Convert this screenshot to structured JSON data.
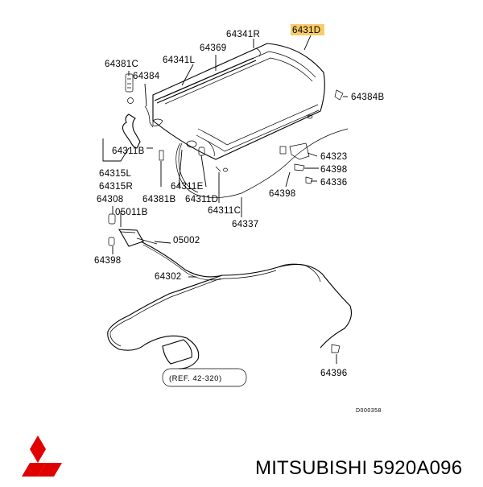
{
  "labels": {
    "p64341R": "64341R",
    "p6431D": "6431D",
    "p64369": "64369",
    "p64341L": "64341L",
    "p64381C": "64381C",
    "p64384": "64384",
    "p64384B": "64384B",
    "p64311B": "64311B",
    "p64315L": "64315L",
    "p64315R": "64315R",
    "p64308": "64308",
    "p64381B": "64381B",
    "p64311E": "64311E",
    "p64311D": "64311D",
    "p05011B": "05011B",
    "p64311C": "64311C",
    "p64337": "64337",
    "p64323": "64323",
    "p64398a": "64398",
    "p64336": "64336",
    "p64398b": "64398",
    "p64398c": "64398",
    "p05002": "05002",
    "p64302": "64302",
    "p64396": "64396"
  },
  "ref_note": "(REF. 42-320)",
  "diagram_code": "D000358",
  "brand": {
    "caption": "MITSUBISHI 5920A096",
    "logo_color": "#e00000",
    "highlight_color": "#f4c24f"
  }
}
